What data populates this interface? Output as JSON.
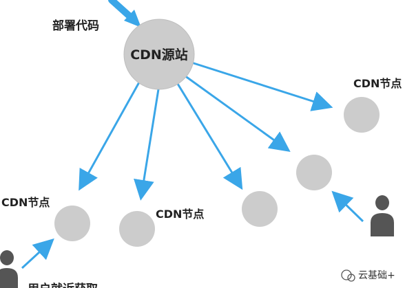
{
  "diagram": {
    "deploy_label": "部署代码",
    "source_label": "CDN源站",
    "node_label_right_top": "CDN节点",
    "node_label_left": "CDN节点",
    "node_label_middle": "CDN节点",
    "user_label": "用户就近获取",
    "watermark": "云基础+"
  },
  "colors": {
    "arrow": "#3aa6e8",
    "node_fill": "#cccccc",
    "node_stroke": "#bdbdbd",
    "user_fill": "#555555",
    "text": "#222222"
  }
}
